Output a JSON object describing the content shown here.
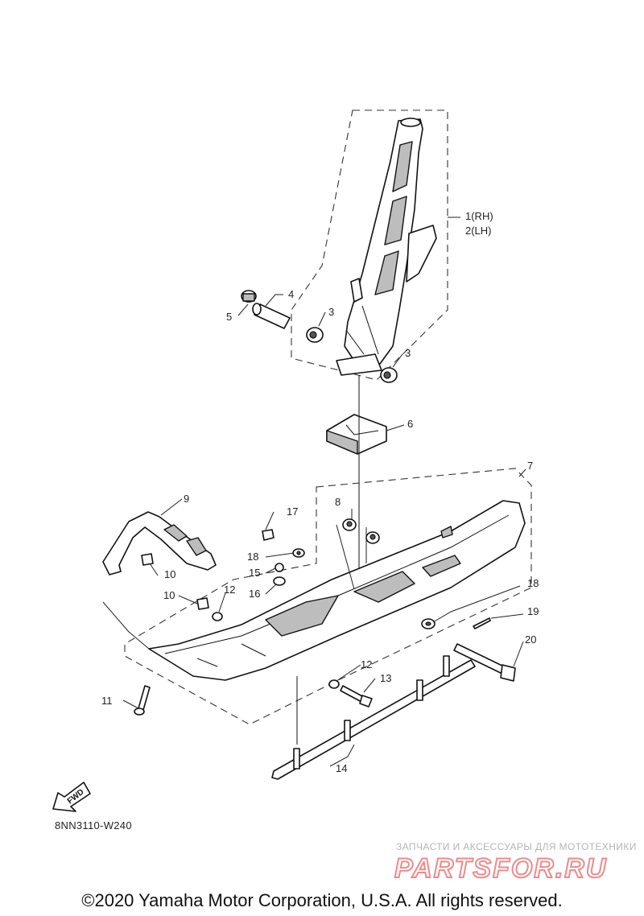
{
  "diagram": {
    "callouts": {
      "c1": "1(RH)",
      "c2": "2(LH)",
      "c3a": "3",
      "c3b": "3",
      "c4": "4",
      "c5": "5",
      "c6": "6",
      "c7": "7",
      "c8": "8",
      "c9": "9",
      "c10a": "10",
      "c10b": "10",
      "c11": "11",
      "c12a": "12",
      "c12b": "12",
      "c13": "13",
      "c14": "14",
      "c15": "15",
      "c16": "16",
      "c17": "17",
      "c18a": "18",
      "c18b": "18",
      "c19": "19",
      "c20": "20"
    },
    "fwd_label": "FWD",
    "reference_code": "8NN3110-W240"
  },
  "watermark": {
    "tagline": "ЗАПЧАСТИ И АКСЕССУАРЫ ДЛЯ МОТОТЕХНИКИ",
    "logo_text": "PARTSFOR.RU"
  },
  "footer": {
    "copyright": "©2020 Yamaha Motor Corporation, U.S.A. All rights reserved."
  }
}
